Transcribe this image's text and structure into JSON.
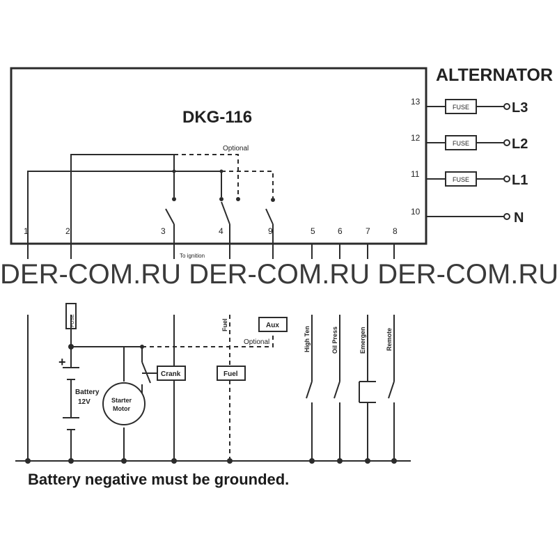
{
  "alternator_title": "ALTERNATOR",
  "device_title": "DKG-116",
  "optional_top": "Optional",
  "optional_bottom": "Optional",
  "terminals": [
    "1",
    "2",
    "3",
    "4",
    "9",
    "5",
    "6",
    "7",
    "8"
  ],
  "alt_rows": [
    {
      "terminal": "13",
      "fuse": "FUSE",
      "phase": "L3"
    },
    {
      "terminal": "12",
      "fuse": "FUSE",
      "phase": "L2"
    },
    {
      "terminal": "11",
      "fuse": "FUSE",
      "phase": "L1"
    },
    {
      "terminal": "10",
      "fuse": "",
      "phase": "N"
    }
  ],
  "relays": {
    "crank": "Crank",
    "fuel": "Fuel",
    "aux": "Aux"
  },
  "battery": {
    "label": "Battery",
    "voltage": "12V",
    "plus": "+",
    "minus": "–"
  },
  "starter": {
    "line1": "Starter",
    "line2": "Motor"
  },
  "small_fuse": "FUSE",
  "inputs": [
    "High Ten",
    "Oil Press",
    "Emergen",
    "Remote"
  ],
  "fuel_label_fragment": "Fuel",
  "ignition_fragment": "To ignition",
  "watermark": "DER-COM.RU DER-COM.RU DER-COM.RU",
  "note": "Battery negative must be grounded.",
  "colors": {
    "line": "#2b2b2b",
    "background": "#ffffff",
    "watermark": "#3a3a3a"
  }
}
